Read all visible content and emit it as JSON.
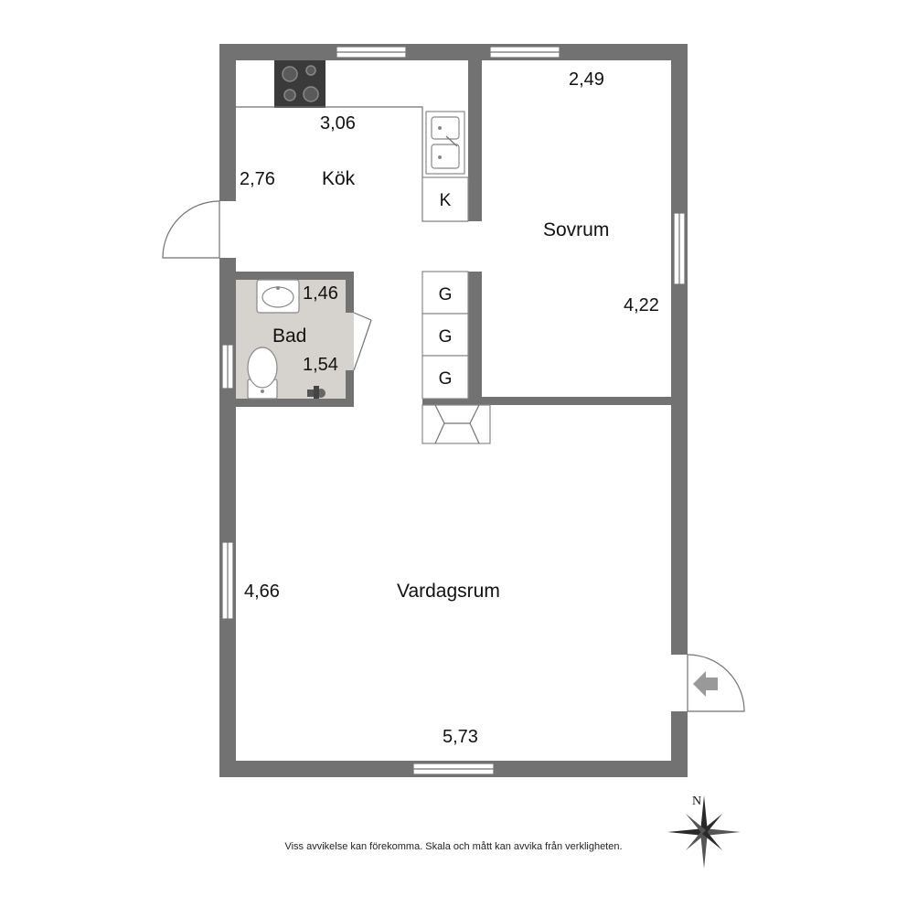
{
  "rooms": {
    "kitchen": "Kök",
    "bedroom": "Sovrum",
    "bathroom": "Bad",
    "living": "Vardagsrum"
  },
  "dimensions": {
    "kitchen_width": "3,06",
    "kitchen_depth": "2,76",
    "bedroom_width": "2,49",
    "bedroom_depth": "4,22",
    "bath_width": "1,46",
    "bath_depth": "1,54",
    "living_depth": "4,66",
    "living_width": "5,73"
  },
  "cabinets": {
    "fridge": "K",
    "wardrobe_1": "G",
    "wardrobe_2": "G",
    "wardrobe_3": "G"
  },
  "compass": {
    "north": "N"
  },
  "disclaimer": "Viss avvikelse kan förekomma. Skala och mått kan avvika från verkligheten.",
  "colors": {
    "wall": "#727272",
    "bathroom_floor": "#d6d2cd",
    "background": "#ffffff"
  }
}
